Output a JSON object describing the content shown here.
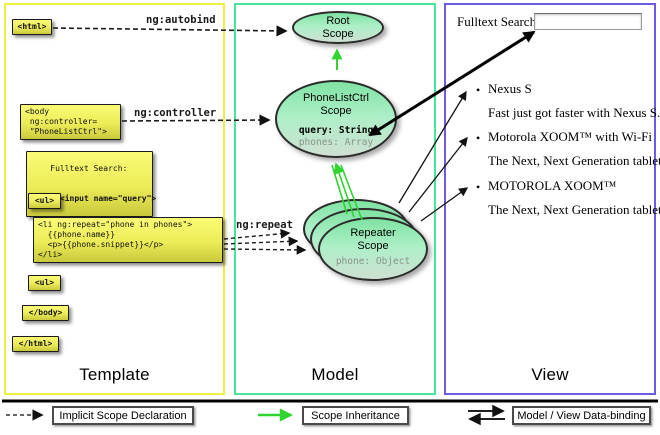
{
  "columns": {
    "template": "Template",
    "model": "Model",
    "view": "View"
  },
  "template_panel": {
    "boxes": {
      "html_open": "<html>",
      "body_open": "<body\n ng:controller=\n \"PhoneListCtrl\">",
      "fulltext_label": "Fulltext Search:",
      "fulltext_input": "  <input name=\"query\">",
      "ul_open_1": "<ul>",
      "li_repeat": "<li ng:repeat=\"phone in phones\">\n  {{phone.name}}\n  <p>{{phone.snippet}}</p>\n</li>",
      "ul_open_2": "<ul>",
      "body_close": "</body>",
      "html_close": "</html>"
    },
    "directive_labels": {
      "autobind": "ng:autobind",
      "controller": "ng:controller",
      "repeat": "ng:repeat"
    }
  },
  "model_panel": {
    "root_scope": {
      "title": "Root\nScope"
    },
    "phonelist_scope": {
      "title": "PhoneListCtrl\nScope",
      "prop_query": "query: String",
      "prop_phones": "phones: Array"
    },
    "repeater_scope": {
      "title": "Repeater\nScope",
      "prop_phone": "phone: Object"
    }
  },
  "view_panel": {
    "search_label": "Fulltext Search:",
    "search_value": "",
    "bullet_glyph": "•",
    "phones": [
      {
        "name": "Nexus S",
        "snippet": "Fast just got faster with Nexus S."
      },
      {
        "name": "Motorola XOOM™ with Wi-Fi",
        "snippet": "The Next, Next Generation tablet."
      },
      {
        "name": "MOTOROLA XOOM™",
        "snippet": "The Next, Next Generation tablet."
      }
    ]
  },
  "legend": {
    "implicit": "Implicit Scope Declaration",
    "inheritance": "Scope Inheritance",
    "databinding": "Model / View Data-binding"
  },
  "colors": {
    "template_border": "#f1ef3f",
    "model_border": "#45e89a",
    "view_border": "#6a5be0",
    "inheritance_green": "#2fd42f",
    "box_yellow_top": "#fbfb76",
    "box_yellow_bottom": "#c9c93c",
    "scope_fill_top": "#7fe3a3",
    "scope_fill_bottom": "#cfe0d2"
  }
}
